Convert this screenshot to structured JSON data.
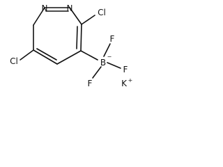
{
  "structure": {
    "atoms": {
      "n1": "N",
      "n2": "N",
      "cl_top": "Cl",
      "cl_left": "Cl",
      "boron": "B",
      "boron_charge": "−",
      "f_top": "F",
      "f_right": "F",
      "f_bottom": "F",
      "potassium": "K",
      "potassium_charge": "+"
    }
  },
  "colors": {
    "ink": "#111111",
    "background": "#ffffff"
  }
}
